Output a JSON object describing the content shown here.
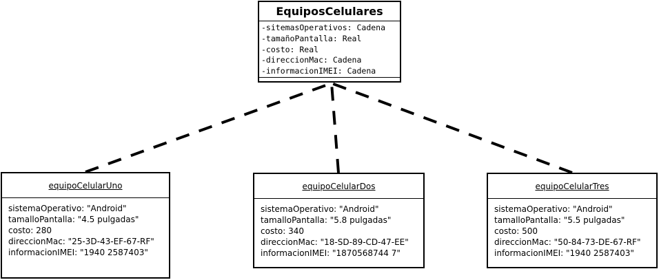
{
  "class_box": {
    "name": "EquiposCelulares",
    "attributes": [
      "-sitemasOperativos: Cadena",
      "-tamañoPantalla: Real",
      "-costo: Real",
      "-direccionMac: Cadena",
      "-informacionIMEI: Cadena"
    ]
  },
  "objects": [
    {
      "name": "equipoCelularUno",
      "slots": [
        "sistemaOperativo: \"Android\"",
        "tamalloPantalla: \"4.5 pulgadas\"",
        "costo: 280",
        "direccionMac: \"25-3D-43-EF-67-RF\"",
        "informacionIMEI: \"1940 2587403\""
      ]
    },
    {
      "name": "equipoCelularDos",
      "slots": [
        "sistemaOperativo: \"Android\"",
        "tamalloPantalla: \"5.8 pulgadas\"",
        "costo: 340",
        "direccionMac: \"18-SD-89-CD-47-EE\"",
        "informacionIMEI: \"1870568744 7\""
      ]
    },
    {
      "name": "equipoCelularTres",
      "slots": [
        "sistemaOperativo: \"Android\"",
        "tamalloPantalla: \"5.5 pulgadas\"",
        "costo: 500",
        "direccionMac: \"50-84-73-DE-67-RF\"",
        "informacionIMEI: \"1940 2587403\""
      ]
    }
  ],
  "colors": {
    "line": "#000000",
    "background": "#ffffff"
  }
}
